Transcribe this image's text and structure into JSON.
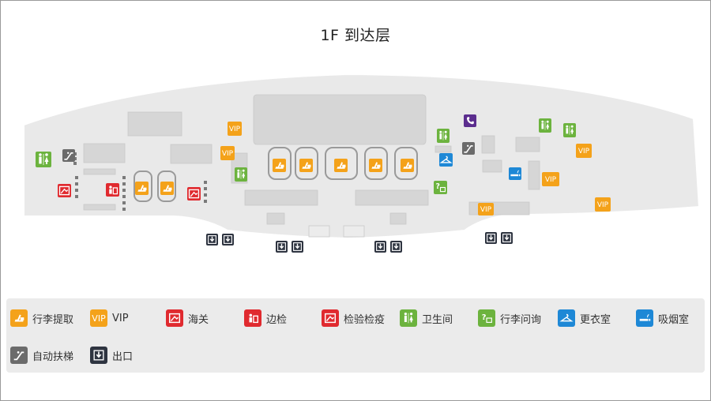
{
  "title": "1F 到达层",
  "map_labels": {
    "vip": "VIP"
  },
  "colors": {
    "baggage": "#f4a21a",
    "vip": "#f4a21a",
    "customs": "#e02a2f",
    "border": "#e02a2f",
    "quarantine": "#e02a2f",
    "restroom": "#6cb33e",
    "inquiry": "#6cb33e",
    "dressing": "#1e88d6",
    "smoking": "#1e88d6",
    "escalator": "#6b6b6b",
    "exit": "#2e3440",
    "terminal": "#e9e9e9",
    "block": "#d6d6d6",
    "phone": "#5b2d8e"
  },
  "legend": [
    {
      "id": "baggage",
      "icon": "baggage-claim-icon",
      "label": "行李提取"
    },
    {
      "id": "vip",
      "icon": "vip-icon",
      "label": "VIP",
      "icon_text": "VIP"
    },
    {
      "id": "customs",
      "icon": "customs-icon",
      "label": "海关"
    },
    {
      "id": "border",
      "icon": "border-control-icon",
      "label": "边检"
    },
    {
      "id": "quarantine",
      "icon": "quarantine-icon",
      "label": "检验检疫"
    },
    {
      "id": "restroom",
      "icon": "restroom-icon",
      "label": "卫生间"
    },
    {
      "id": "inquiry",
      "icon": "baggage-inquiry-icon",
      "label": "行李问询"
    },
    {
      "id": "dressing",
      "icon": "dressing-room-icon",
      "label": "更衣室"
    },
    {
      "id": "smoking",
      "icon": "smoking-room-icon",
      "label": "吸烟室"
    },
    {
      "id": "escalator",
      "icon": "escalator-icon",
      "label": "自动扶梯"
    },
    {
      "id": "exit",
      "icon": "exit-icon",
      "label": "出口"
    }
  ]
}
